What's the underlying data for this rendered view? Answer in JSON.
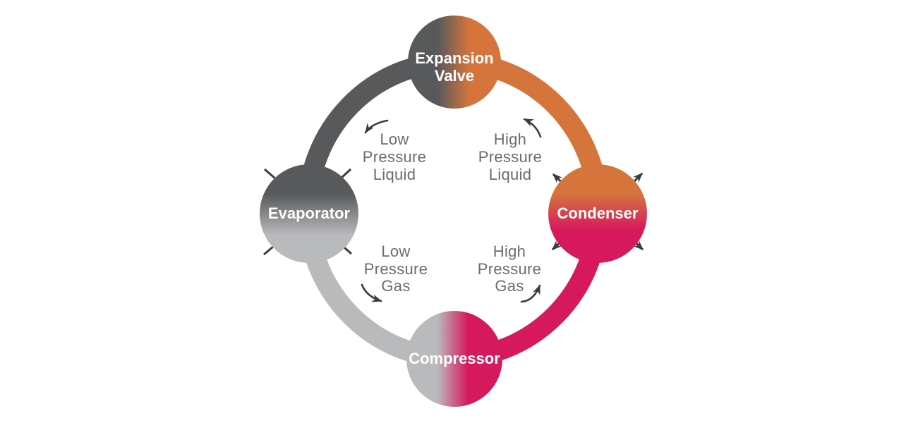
{
  "colors": {
    "background": "#ffffff",
    "dark_gray": "#58595b",
    "light_gray": "#b9babc",
    "orange": "#d5753c",
    "pink": "#d6195d",
    "node_text": "#ffffff",
    "flow_text": "#6b6c6e",
    "arrow": "#3b3c3e"
  },
  "nodes": {
    "expansion_valve": {
      "line1": "Expansion",
      "line2": "Valve"
    },
    "condenser": {
      "label": "Condenser"
    },
    "compressor": {
      "label": "Compressor"
    },
    "evaporator": {
      "label": "Evaporator"
    }
  },
  "flow_labels": {
    "low_pressure_liquid": {
      "line1": "Low",
      "line2": "Pressure",
      "line3": "Liquid"
    },
    "high_pressure_liquid": {
      "line1": "High",
      "line2": "Pressure",
      "line3": "Liquid"
    },
    "low_pressure_gas": {
      "line1": "Low",
      "line2": "Pressure",
      "line3": "Gas"
    },
    "high_pressure_gas": {
      "line1": "High",
      "line2": "Pressure",
      "line3": "Gas"
    }
  }
}
